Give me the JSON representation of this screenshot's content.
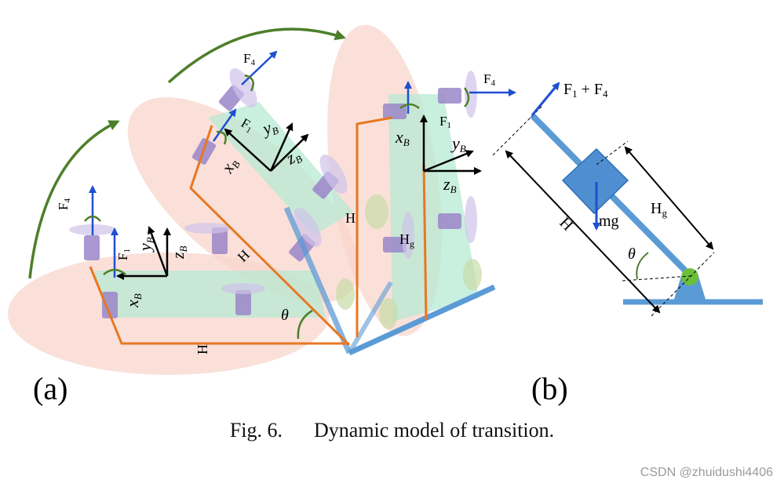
{
  "figure": {
    "panel_a_label": "(a)",
    "panel_b_label": "(b)",
    "caption_number": "Fig. 6.",
    "caption_text": "Dynamic model of transition.",
    "watermark": "CSDN @zhuidushi4406"
  },
  "panel_a": {
    "force_f1": "F",
    "force_f1_sub": "1",
    "force_f4": "F",
    "force_f4_sub": "4",
    "axis_x": "x",
    "axis_y": "y",
    "axis_z": "z",
    "axis_sub": "B",
    "height_label": "H",
    "hg_label": "H",
    "hg_sub": "g",
    "angle_label": "θ"
  },
  "panel_b": {
    "force_label": "F",
    "force_sub1": "1",
    "force_plus": " + F",
    "force_sub4": "4",
    "mg_label": "mg",
    "hg_label": "H",
    "hg_sub": "g",
    "height_label": "H",
    "angle_label": "θ"
  },
  "colors": {
    "blue_link": "#5b9bd5",
    "orange_frame": "#e87722",
    "green_arrow": "#4d7f2a",
    "force_blue": "#1f4fd1",
    "body_green": "#b7ead3",
    "pink_ellipse": "#f8d5cc",
    "motor_purple": "#9b86c9"
  }
}
